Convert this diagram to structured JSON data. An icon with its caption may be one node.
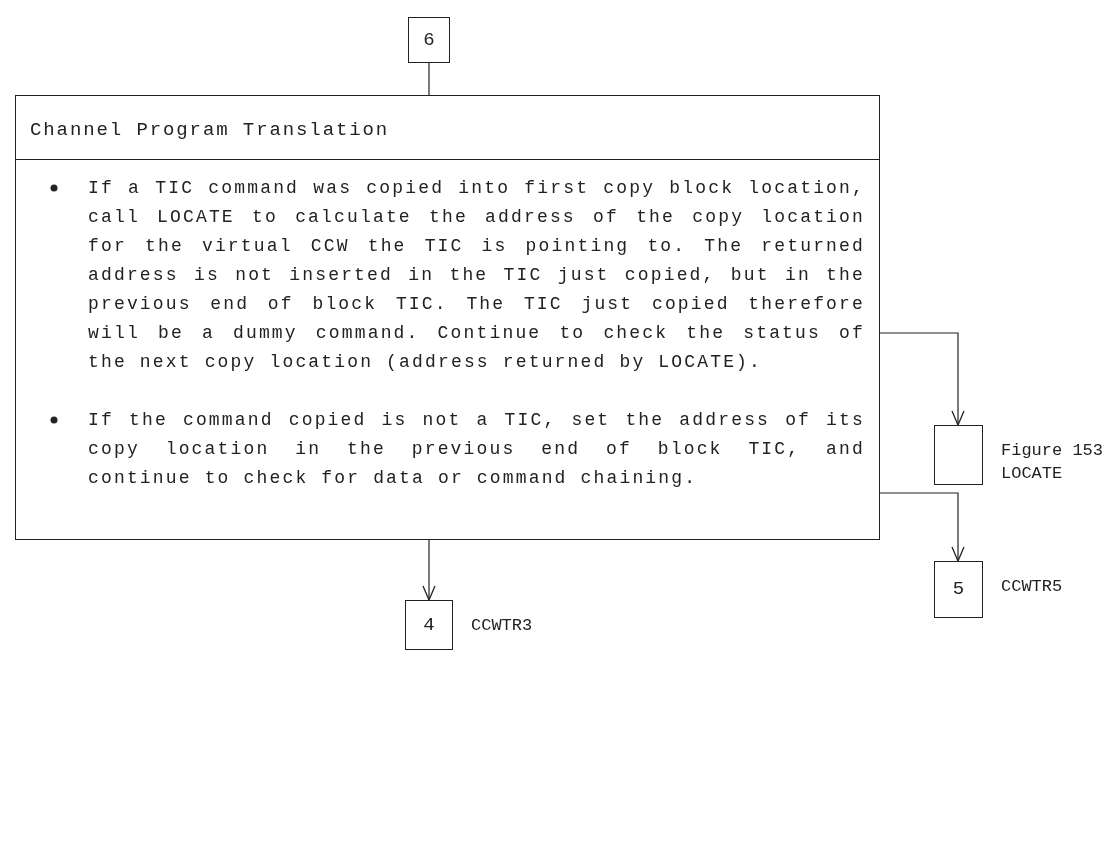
{
  "diagram": {
    "nodes": [
      {
        "text": [
          "6"
        ]
      },
      {
        "text": [
          "Channel Program Translation",
          "If a TIC command was copied into first copy block location, call LOCATE to calculate the address of the copy location for the virtual CCW the TIC is pointing to. The returned address is not inserted in the TIC just copied, but in the previous end of block TIC. The TIC just copied therefore will be a dummy command. Continue to check the status of the next copy location (address returned by LOCATE).",
          "If the command copied is not a TIC, set the address of its copy location in the previous end of block TIC, and continue to check for data or command chaining."
        ]
      },
      {
        "text": [],
        "shape": "box",
        "beside": [
          "Figure 153 LOCATE"
        ]
      },
      {
        "text": [
          "5"
        ],
        "beside": [
          "CCWTR5"
        ]
      },
      {
        "text": [
          "4"
        ],
        "beside": [
          "CCWTR3"
        ]
      }
    ],
    "edges": [
      {
        "from": 0,
        "to": 1,
        "arrow": "none"
      },
      {
        "from": 1,
        "to": 2,
        "arrow": "to"
      },
      {
        "from": 1,
        "to": 3,
        "arrow": "to"
      },
      {
        "from": 1,
        "to": 4,
        "arrow": "to"
      }
    ]
  }
}
